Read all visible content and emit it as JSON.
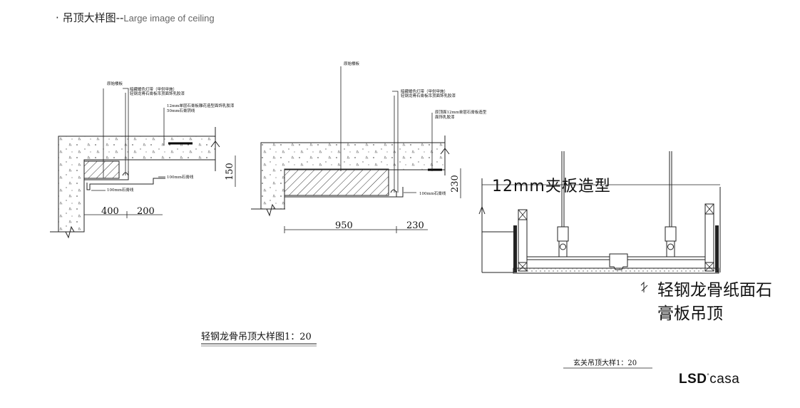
{
  "header": {
    "bullet": "·",
    "title_cn": "吊顶大样图",
    "separator": "--",
    "title_en": "Large image of ceiling"
  },
  "left_detail": {
    "labels": [
      "原始楼板",
      "暗藏暖色灯带（甲供甲施）",
      "轻钢龙骨石膏板吊顶面饰乳胶漆",
      "12mm单层石膏板雕花造型面饰乳胶漆",
      "50mm石膏阴线",
      "100mm石膏线",
      "100mm石膏线"
    ],
    "dims": {
      "d1": "400",
      "d2": "200",
      "d3": "150"
    }
  },
  "middle_detail": {
    "labels": [
      "原始楼板",
      "暗藏暖色灯带（甲供甲施）",
      "轻钢龙骨石膏板吊顶面饰乳胶漆",
      "原顶面12mm单层石膏板造型",
      "面饰乳胶漆",
      "100mm石膏线"
    ],
    "dims": {
      "d1": "950",
      "d2": "230",
      "d3": "230"
    }
  },
  "caption_left": "轻钢龙骨吊顶大样图1：20",
  "right_detail": {
    "label_top": "12mm夹板造型",
    "label_bottom_line1": "轻钢龙骨纸面石",
    "label_bottom_line2": "膏板吊顶"
  },
  "caption_right": "玄关吊顶大样1：20",
  "logo": {
    "bold": "LSD",
    "sup": "°",
    "light": "casa"
  }
}
